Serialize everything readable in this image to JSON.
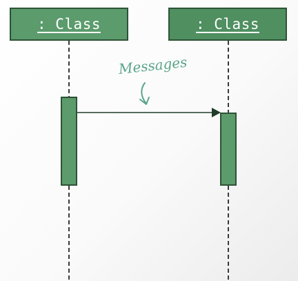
{
  "classes": [
    {
      "label": ": Class"
    },
    {
      "label": ": Class"
    }
  ],
  "message": {
    "label": "Messages"
  },
  "colors": {
    "box_fill": "#5b9b6c",
    "box_fill_right": "#4f8f60",
    "border": "#2e5236",
    "annotation": "#5aa58a",
    "arrow": "#1f3d29"
  },
  "icons": {
    "message_pointer": "curved-arrow-icon"
  }
}
